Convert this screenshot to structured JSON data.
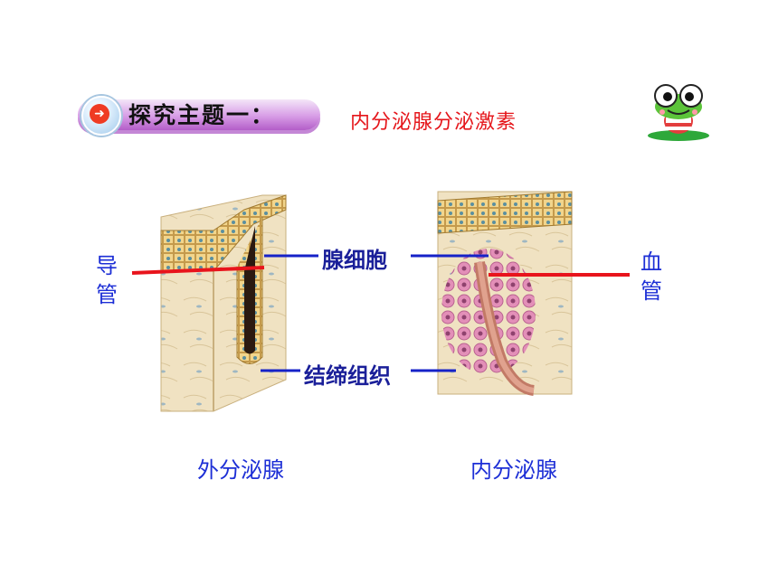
{
  "header": {
    "topic_label": "探究主题一：",
    "title": "内分泌腺分泌激素"
  },
  "diagram": {
    "label_duct": "导管",
    "label_blood_vessel": "血管",
    "label_gland_cell": "腺细胞",
    "label_connective_tissue": "结缔组织",
    "caption_exocrine": "外分泌腺",
    "caption_endocrine": "内分泌腺"
  },
  "colors": {
    "heading_red": "#e5161b",
    "label_blue": "#1d2fd6",
    "pointer_red": "#e8141c",
    "pointer_blue": "#1622c8"
  }
}
